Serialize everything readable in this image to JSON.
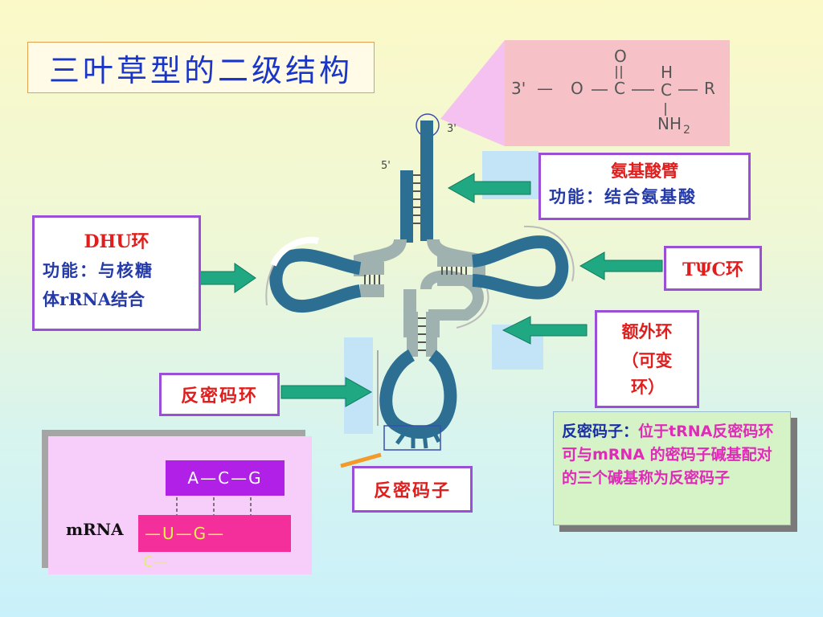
{
  "title": "三叶草型的二级结构",
  "chemistry": {
    "three_prime": "3'",
    "o_top": "O",
    "dash1": "—",
    "o_mid": "O",
    "c1": "C",
    "h": "H",
    "c2": "C",
    "r": "R",
    "nh": "NH",
    "sub2": "2"
  },
  "trna_labels": {
    "end3": "3'",
    "end5": "5'"
  },
  "acceptor_box": {
    "title": "氨基酸臂",
    "function": "功能：结合氨基酸"
  },
  "dhu_box": {
    "title": "DHU环",
    "function_line1": "功能：与核糖",
    "function_line2": "体rRNA结合"
  },
  "tpsic_box": {
    "title": "TΨC环"
  },
  "extra_box": {
    "line1": "额外环",
    "line2": "（可变",
    "line3": "环）"
  },
  "anticodon_loop_box": {
    "title": "反密码环"
  },
  "anticodon_box": {
    "title": "反密码子"
  },
  "note": {
    "term": "反密码子：",
    "text": "位于tRNA反密码环可与mRNA 的密码子碱基配对的三个碱基称为反密码子"
  },
  "mrna": {
    "label": "mRNA",
    "trna_bases": "A—C—G",
    "mrna_bases": "—U—G—",
    "overflow": "C—"
  },
  "colors": {
    "title_blue": "#1a36c8",
    "red": "#e01e1e",
    "purple_border": "#9b4fd6",
    "arrow_green": "#1fa882",
    "trna_teal": "#2d6f93",
    "magenta": "#e02ab8"
  }
}
